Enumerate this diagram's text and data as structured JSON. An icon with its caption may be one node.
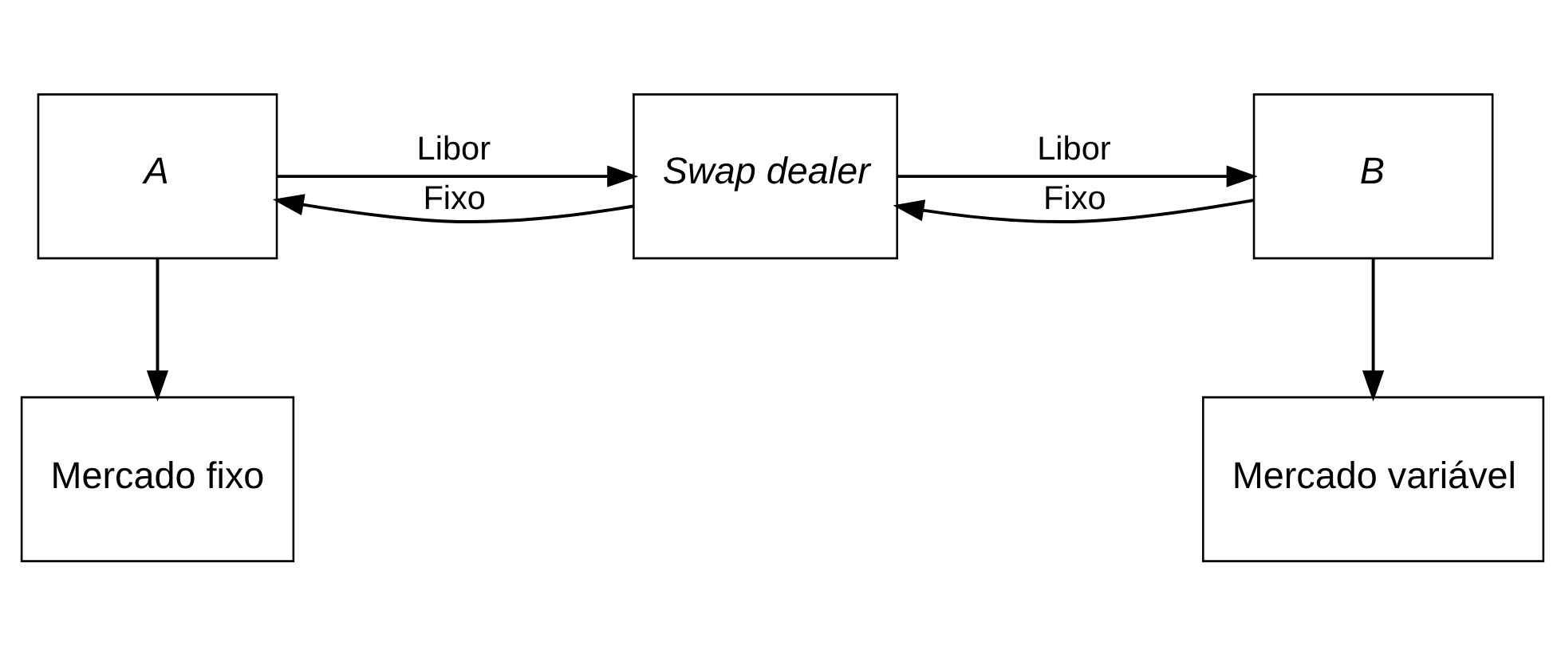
{
  "diagram": {
    "nodes": [
      {
        "text": [
          "A"
        ]
      },
      {
        "text": [
          "Swap dealer"
        ]
      },
      {
        "text": [
          "B"
        ]
      },
      {
        "text": [
          "Mercado fixo"
        ]
      },
      {
        "text": [
          "Mercado variável"
        ]
      }
    ],
    "edges": [
      {
        "from": 1,
        "to": 0,
        "arrow": "to",
        "label": "Fixo"
      },
      {
        "from": 0,
        "to": 1,
        "arrow": "to",
        "label": "Libor"
      },
      {
        "from": 2,
        "to": 1,
        "arrow": "to",
        "label": "Fixo"
      },
      {
        "from": 1,
        "to": 2,
        "arrow": "to",
        "label": "Libor"
      },
      {
        "from": 0,
        "to": 3,
        "arrow": "to"
      },
      {
        "from": 2,
        "to": 4,
        "arrow": "to"
      }
    ]
  }
}
